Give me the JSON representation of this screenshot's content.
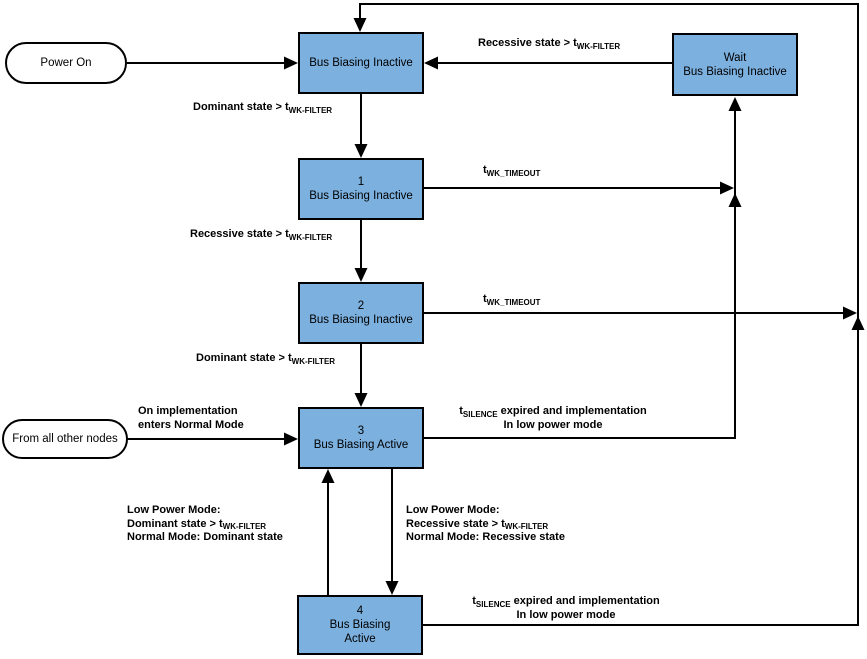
{
  "diagram": {
    "colors": {
      "state_fill": "#7CB0DF",
      "state_border": "#000000",
      "background": "#FFFFFF",
      "line_color": "#000000"
    },
    "terminals": {
      "power_on": "Power On",
      "from_all_other_nodes": "From all other nodes"
    },
    "states": {
      "bus_biasing_inactive_top": {
        "line1": "Bus Biasing Inactive"
      },
      "wait": {
        "line1": "Wait",
        "line2": "Bus Biasing Inactive"
      },
      "state_1": {
        "line1": "1",
        "line2": "Bus Biasing Inactive"
      },
      "state_2": {
        "line1": "2",
        "line2": "Bus Biasing Inactive"
      },
      "state_3": {
        "line1": "3",
        "line2": "Bus Biasing Active"
      },
      "state_4": {
        "line1": "4",
        "line2": "Bus Biasing",
        "line3": "Active"
      }
    },
    "labels": {
      "recessive_top": {
        "pre": "Recessive state > t",
        "sub": "WK-FILTER"
      },
      "dominant_to_1": {
        "pre": "Dominant state > t",
        "sub": "WK-FILTER"
      },
      "recessive_to_2": {
        "pre": "Recessive state > t",
        "sub": "WK-FILTER"
      },
      "dominant_to_3": {
        "pre": "Dominant state > t",
        "sub": "WK-FILTER"
      },
      "wk_timeout_1": {
        "pre": "t",
        "sub": "WK_TIMEOUT"
      },
      "wk_timeout_2": {
        "pre": "t",
        "sub": "WK_TIMEOUT"
      },
      "enter_normal": {
        "line1": "On implementation",
        "line2": "enters Normal Mode"
      },
      "silence_3": {
        "pre": "t",
        "sub": "SILENCE",
        "post": " expired and implementation",
        "line2": "In low power mode"
      },
      "silence_4": {
        "pre": "t",
        "sub": "SILENCE",
        "post": " expired and implementation",
        "line2": "In low power mode"
      },
      "low_power_left": {
        "line1": "Low Power Mode:",
        "line2_pre": "Dominant state > t",
        "line2_sub": "WK-FILTER",
        "line3": "Normal Mode: Dominant state"
      },
      "low_power_right": {
        "line1": "Low Power Mode:",
        "line2_pre": "Recessive state > t",
        "line2_sub": "WK-FILTER",
        "line3": "Normal Mode: Recessive state"
      }
    }
  }
}
